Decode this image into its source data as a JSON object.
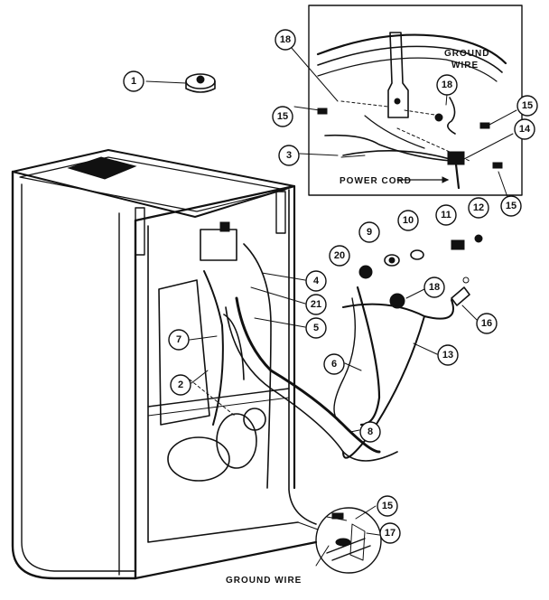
{
  "labels": {
    "ground_wire_top": [
      "GROUND",
      "WIRE"
    ],
    "power_cord": "POWER CORD",
    "ground_wire_bottom": "GROUND WIRE"
  },
  "callouts": [
    "1",
    "18",
    "15",
    "3",
    "18",
    "15",
    "14",
    "15",
    "12",
    "11",
    "10",
    "9",
    "20",
    "4",
    "21",
    "7",
    "5",
    "2",
    "18",
    "16",
    "13",
    "6",
    "8",
    "15",
    "17"
  ]
}
